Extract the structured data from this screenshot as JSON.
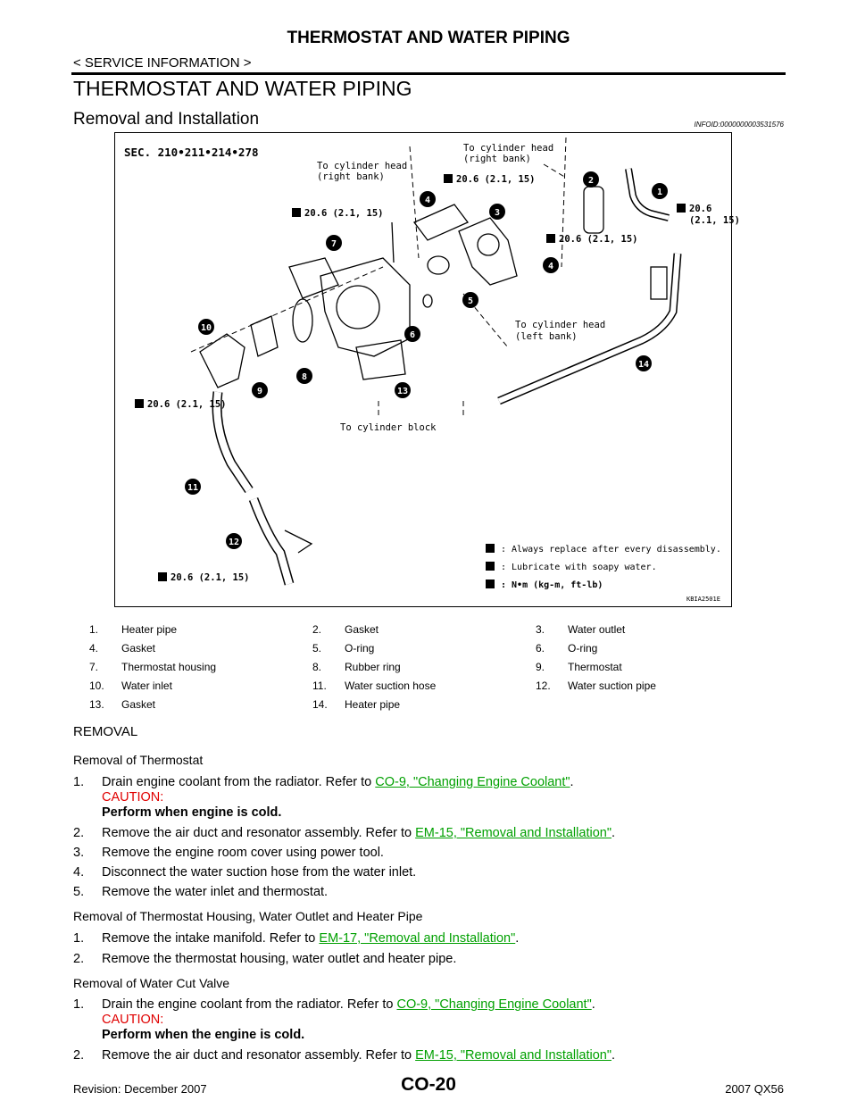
{
  "header": {
    "title": "THERMOSTAT AND WATER PIPING",
    "subtitle": "< SERVICE INFORMATION >"
  },
  "section_title": "THERMOSTAT AND WATER PIPING",
  "subsection_title": "Removal and Installation",
  "info_id": "INFOID:0000000003531576",
  "figure": {
    "sec": "SEC. 210•211•214•278",
    "labels": {
      "to_head_right_1": "To cylinder head",
      "to_head_right_1b": "(right bank)",
      "to_head_right_2": "To cylinder head",
      "to_head_right_2b": "(right bank)",
      "to_head_left": "To cylinder head",
      "to_head_left_b": "(left bank)",
      "to_block": "To cylinder block"
    },
    "torques": {
      "t1": "20.6 (2.1, 15)",
      "t2": "20.6 (2.1, 15)",
      "t3": "20.6 (2.1, 15)",
      "t4a": "20.6",
      "t4b": "(2.1, 15)",
      "t5": "20.6 (2.1, 15)",
      "t6": "20.6 (2.1, 15)"
    },
    "callouts": [
      "1",
      "2",
      "3",
      "4",
      "5",
      "6",
      "7",
      "8",
      "9",
      "10",
      "11",
      "12",
      "13",
      "14"
    ],
    "legend": {
      "replace": ": Always replace after every disassembly.",
      "lubricate": ": Lubricate with soapy water.",
      "torque": ": N•m (kg-m, ft-lb)"
    },
    "code": "KBIA2501E"
  },
  "parts": [
    {
      "num": "1.",
      "name": "Heater pipe"
    },
    {
      "num": "2.",
      "name": "Gasket"
    },
    {
      "num": "3.",
      "name": "Water outlet"
    },
    {
      "num": "4.",
      "name": "Gasket"
    },
    {
      "num": "5.",
      "name": "O-ring"
    },
    {
      "num": "6.",
      "name": "O-ring"
    },
    {
      "num": "7.",
      "name": "Thermostat housing"
    },
    {
      "num": "8.",
      "name": "Rubber ring"
    },
    {
      "num": "9.",
      "name": "Thermostat"
    },
    {
      "num": "10.",
      "name": "Water inlet"
    },
    {
      "num": "11.",
      "name": "Water suction hose"
    },
    {
      "num": "12.",
      "name": "Water suction pipe"
    },
    {
      "num": "13.",
      "name": "Gasket"
    },
    {
      "num": "14.",
      "name": "Heater pipe"
    }
  ],
  "removal": {
    "heading": "REMOVAL",
    "thermostat_heading": "Removal of Thermostat",
    "s1_text": "Drain engine coolant from the radiator. Refer to ",
    "s1_link": "CO-9, \"Changing Engine Coolant\"",
    "s1_caution": "CAUTION:",
    "s1_caution_text": "Perform when engine is cold.",
    "s2_text": "Remove the air duct and resonator assembly. Refer to ",
    "s2_link": "EM-15, \"Removal and Installation\"",
    "s3_text": "Remove the engine room cover using power tool.",
    "s4_text": "Disconnect the water suction hose from the water inlet.",
    "s5_text": "Remove the water inlet and thermostat.",
    "housing_heading": "Removal of Thermostat Housing, Water Outlet and Heater Pipe",
    "h1_text": "Remove the intake manifold. Refer to ",
    "h1_link": "EM-17, \"Removal and Installation\"",
    "h2_text": "Remove the thermostat housing, water outlet and heater pipe.",
    "valve_heading": "Removal of Water Cut Valve",
    "v1_text": "Drain the engine coolant from the radiator. Refer to ",
    "v1_link": "CO-9, \"Changing Engine Coolant\"",
    "v1_caution": "CAUTION:",
    "v1_caution_text": "Perform when the engine is cold.",
    "v2_text": "Remove the air duct and resonator assembly. Refer to ",
    "v2_link": "EM-15, \"Removal and Installation\""
  },
  "step_numbers": {
    "n1": "1.",
    "n2": "2.",
    "n3": "3.",
    "n4": "4.",
    "n5": "5."
  },
  "period": ".",
  "footer": {
    "revision": "Revision: December 2007",
    "page": "CO-20",
    "model": "2007 QX56"
  }
}
